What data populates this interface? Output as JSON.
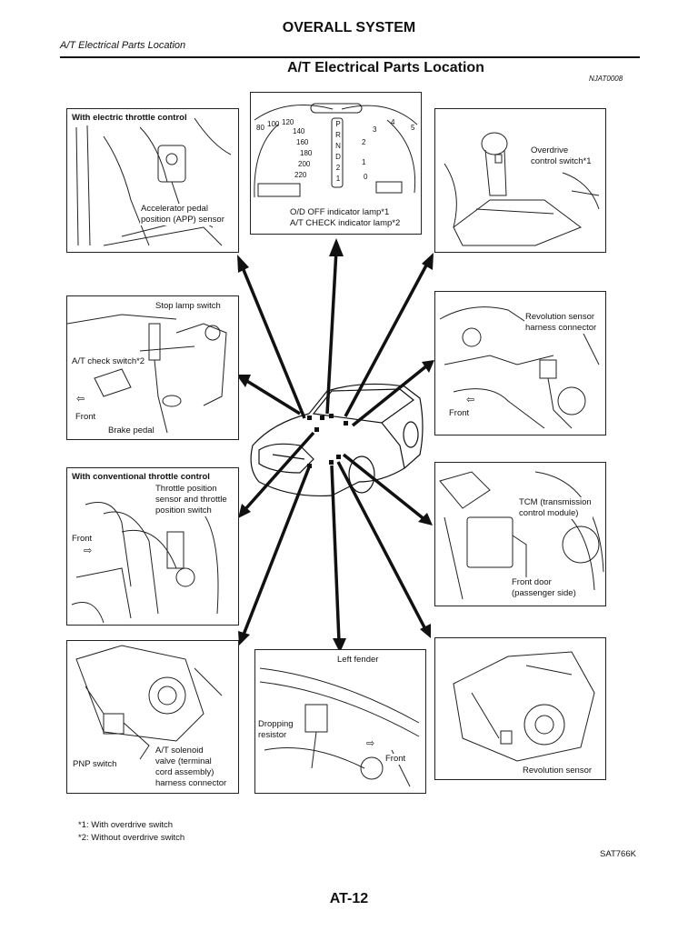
{
  "header": {
    "title": "OVERALL SYSTEM",
    "section": "A/T Electrical Parts Location",
    "page_title": "A/T Electrical Parts Location",
    "ref_code": "NJAT0008"
  },
  "panels": {
    "app_sensor": {
      "heading": "With electric throttle control",
      "label": [
        "Accelerator pedal",
        "position (APP) sensor"
      ]
    },
    "meter": {
      "speed_ticks": [
        "80",
        "100",
        "120",
        "140",
        "160",
        "180",
        "200",
        "220"
      ],
      "tacho_ticks": [
        "0",
        "1",
        "2",
        "3",
        "4",
        "5"
      ],
      "gear_positions": [
        "P",
        "R",
        "N",
        "D",
        "2",
        "1"
      ],
      "label": [
        "O/D OFF indicator lamp*1",
        "A/T CHECK indicator lamp*2"
      ]
    },
    "od_switch": {
      "label": [
        "Overdrive",
        "control switch*1"
      ]
    },
    "stop_lamp": {
      "stop_lamp_label": "Stop lamp switch",
      "check_label": "A/T check switch*2",
      "front_label": "Front",
      "brake_label": "Brake pedal"
    },
    "rev_connector": {
      "label": [
        "Revolution sensor",
        "harness connector"
      ],
      "front_label": "Front"
    },
    "tps": {
      "heading": "With conventional throttle control",
      "label": [
        "Throttle position",
        "sensor and throttle",
        "position switch"
      ],
      "front_label": "Front"
    },
    "tcm": {
      "label": [
        "TCM (transmission",
        "control module)"
      ],
      "door_label": [
        "Front door",
        "(passenger side)"
      ]
    },
    "pnp": {
      "pnp_label": "PNP switch",
      "solenoid_label": [
        "A/T solenoid",
        "valve (terminal",
        "cord assembly)",
        "harness connector"
      ]
    },
    "fender": {
      "fender_label": "Left fender",
      "resistor_label": [
        "Dropping",
        "resistor"
      ],
      "front_label": "Front"
    },
    "rev_sensor": {
      "label": "Revolution sensor"
    }
  },
  "footnotes": [
    "*1: With overdrive switch",
    "*2: Without overdrive switch"
  ],
  "figure_code": "SAT766K",
  "page_number": "AT-12"
}
